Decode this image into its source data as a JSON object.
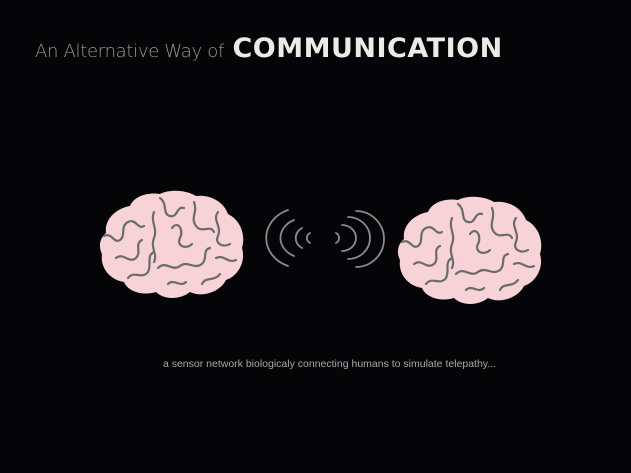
{
  "title": {
    "prefix": "An Alternative Way of",
    "main": "COMMUNICATION"
  },
  "caption": "a sensor network biologicaly connecting humans to simulate telepathy...",
  "colors": {
    "background": "#050407",
    "brain_fill": "#f7d3d8",
    "brain_fold": "#6b6b6d",
    "wave": "#8a8a8c"
  },
  "icons": [
    "brain-icon",
    "signal-waves-icon",
    "brain-icon"
  ]
}
